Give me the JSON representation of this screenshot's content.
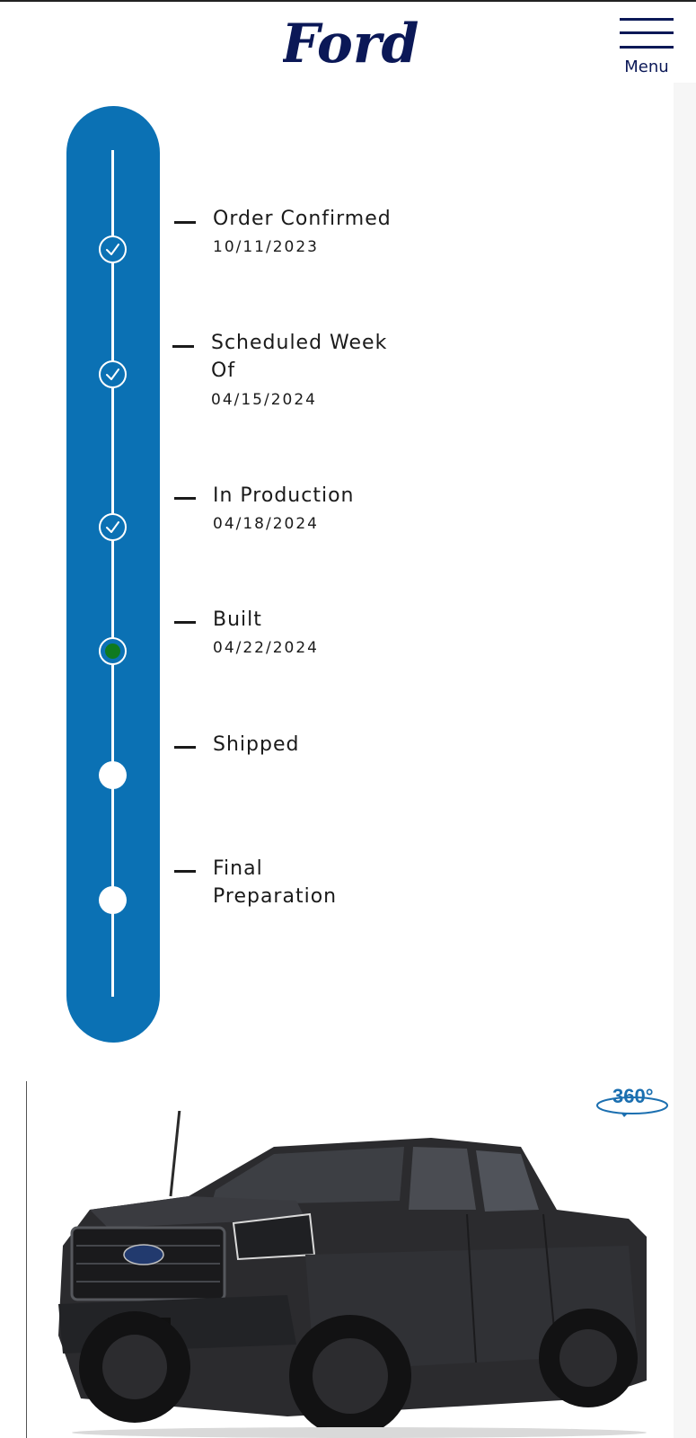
{
  "header": {
    "logo_text": "Ford",
    "menu_label": "Menu"
  },
  "tracker": {
    "steps": [
      {
        "label": "Order Confirmed",
        "date": "10/11/2023",
        "status": "complete"
      },
      {
        "label": "Scheduled Week Of",
        "date": "04/15/2024",
        "status": "complete"
      },
      {
        "label": "In Production",
        "date": "04/18/2024",
        "status": "complete"
      },
      {
        "label": "Built",
        "date": "04/22/2024",
        "status": "current"
      },
      {
        "label": "Shipped",
        "date": "",
        "status": "pending"
      },
      {
        "label": "Final Preparation",
        "date": "",
        "status": "pending"
      }
    ]
  },
  "vehicle": {
    "view_360_label": "360°"
  },
  "colors": {
    "brand_navy": "#0b1857",
    "tracker_blue": "#0b71b4",
    "current_green": "#0f7a1f"
  }
}
